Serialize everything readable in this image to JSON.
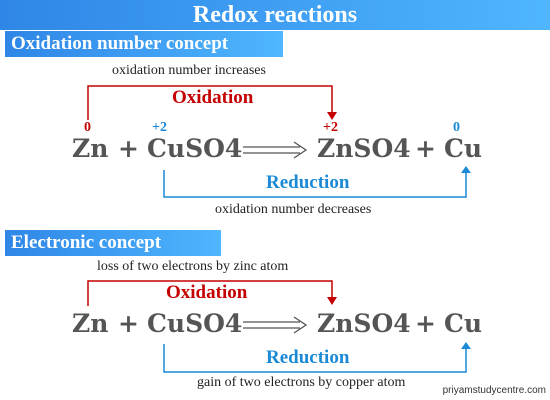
{
  "title": "Redox reactions",
  "section1": {
    "label": "Oxidation number concept",
    "top_note": "oxidation number increases",
    "oxidation_label": "Oxidation",
    "reduction_label": "Reduction",
    "bottom_note": "oxidation number decreases",
    "oxidation_states": {
      "zn_left": "0",
      "cu_left": "+2",
      "zn_right": "+2",
      "cu_right": "0"
    }
  },
  "section2": {
    "label": "Electronic concept",
    "top_note": "loss of two electrons by zinc atom",
    "oxidation_label": "Oxidation",
    "reduction_label": "Reduction",
    "bottom_note": "gain of two electrons by copper atom"
  },
  "equation": {
    "zn": "Zn",
    "plus": "+",
    "cuso4": "CuSO4",
    "znso4": "ZnSO4",
    "cu": "Cu"
  },
  "watermark": "priyamstudycentre.com",
  "colors": {
    "oxidation": "#c40000",
    "reduction": "#1a8ad6",
    "header": "#2f86e6"
  }
}
